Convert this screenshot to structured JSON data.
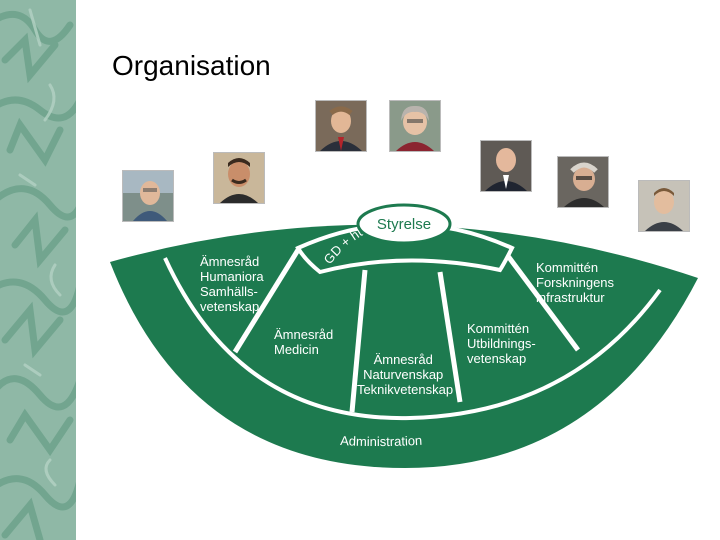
{
  "slide": {
    "title": "Organisation"
  },
  "colors": {
    "brand_green": "#1d7a4f",
    "side_strip": "#8fb8a6",
    "divider": "#ffffff"
  },
  "people_photos": [
    {
      "name": "person-photo-1"
    },
    {
      "name": "person-photo-2"
    },
    {
      "name": "person-photo-3"
    },
    {
      "name": "person-photo-4"
    },
    {
      "name": "person-photo-5"
    },
    {
      "name": "person-photo-6"
    },
    {
      "name": "person-photo-7"
    }
  ],
  "diagram": {
    "styrelse": "Styrelse",
    "gd": "GD + huvudsekr.",
    "administration": "Administration",
    "segments": {
      "humaniora": [
        "Ämnesråd",
        "Humaniora",
        "Samhälls-",
        "vetenskap"
      ],
      "medicin": [
        "Ämnesråd",
        "Medicin"
      ],
      "naturvetenskap": [
        "Ämnesråd",
        "Naturvenskap",
        "Teknikvetenskap"
      ],
      "utbildning": [
        "Kommittén",
        "Utbildnings-",
        "vetenskap"
      ],
      "infrastruktur": [
        "Kommittén",
        "Forskningens",
        "infrastruktur"
      ]
    }
  }
}
